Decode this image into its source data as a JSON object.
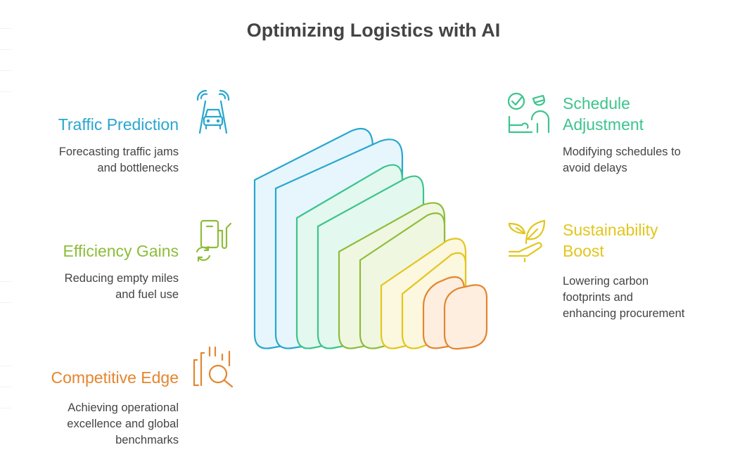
{
  "title": "Optimizing Logistics with AI",
  "items": [
    {
      "title": "Traffic Prediction",
      "desc": [
        "Forecasting traffic jams",
        "and bottlenecks"
      ],
      "color": "#29a6cf",
      "icon": "car-traffic-icon"
    },
    {
      "title": "Efficiency Gains",
      "desc": [
        "Reducing empty miles",
        "and fuel use"
      ],
      "color": "#8dbd3b",
      "icon": "fuel-pump-icon"
    },
    {
      "title": "Competitive Edge",
      "desc": [
        "Achieving operational",
        "excellence and global",
        "benchmarks"
      ],
      "color": "#e3862f",
      "icon": "chart-search-icon"
    },
    {
      "title": [
        "Schedule",
        "Adjustment"
      ],
      "desc": [
        "Modifying schedules to",
        "avoid delays"
      ],
      "color": "#3cc48c",
      "icon": "schedule-person-icon"
    },
    {
      "title": [
        "Sustainability",
        "Boost"
      ],
      "desc": [
        "Lowering carbon",
        "footprints and",
        "enhancing procurement"
      ],
      "color": "#e2c61e",
      "icon": "plant-hand-icon"
    }
  ],
  "stack_colors": [
    {
      "stroke": "#29a6cf",
      "fill": "#e6f6fc"
    },
    {
      "stroke": "#3cc48c",
      "fill": "#e3f8ee"
    },
    {
      "stroke": "#8dbd3b",
      "fill": "#f0f7e1"
    },
    {
      "stroke": "#e2c61e",
      "fill": "#fcf7df"
    },
    {
      "stroke": "#e3862f",
      "fill": "#fdeee0"
    }
  ]
}
